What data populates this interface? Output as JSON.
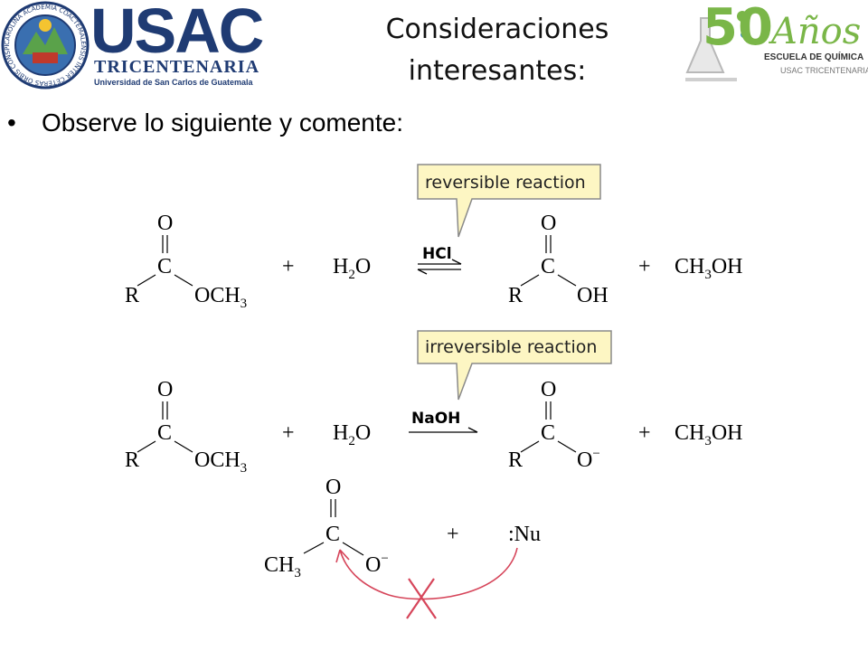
{
  "slide": {
    "title_line1": "Consideraciones",
    "title_line2": "interesantes:",
    "bullet_marker": "•",
    "bullet_text": "Observe lo siguiente y comente:"
  },
  "logo_left": {
    "brand": "USAC",
    "subtitle": "TRICENTENARIA",
    "university": "Universidad de San Carlos de Guatemala",
    "seal_ring_text": "CAROLINA ACADEMIA COACTEMALENSIS INTER CETERAS ORBIS CONSPICUA"
  },
  "logo_right": {
    "number": "50",
    "word": "Años",
    "school": "ESCUELA DE QUÍMICA",
    "tagline": "USAC TRICENTENARIA"
  },
  "reactions": {
    "callout_1": "reversible reaction",
    "callout_2": "irreversible reaction",
    "catalyst_1": "HCl",
    "catalyst_2": "NaOH",
    "plus": "+",
    "o": "O",
    "c": "C",
    "r": "R",
    "och3": "OCH",
    "oh": "OH",
    "h2o_h": "H",
    "h2o_2": "2",
    "h2o_o": "O",
    "ch3oh_a": "CH",
    "ch3oh_3": "3",
    "ch3oh_b": "OH",
    "sub3": "3",
    "ch3": "CH",
    "o_minus": "O",
    "minus": "−",
    "nu": ":Nu"
  },
  "colors": {
    "usac_blue": "#1f3b73",
    "callout_fill": "#fdf6c3",
    "callout_stroke": "#8a8a8a",
    "arrow_red": "#d6455a",
    "logo_green": "#7ab648",
    "logo_blue": "#2e8bc9"
  }
}
